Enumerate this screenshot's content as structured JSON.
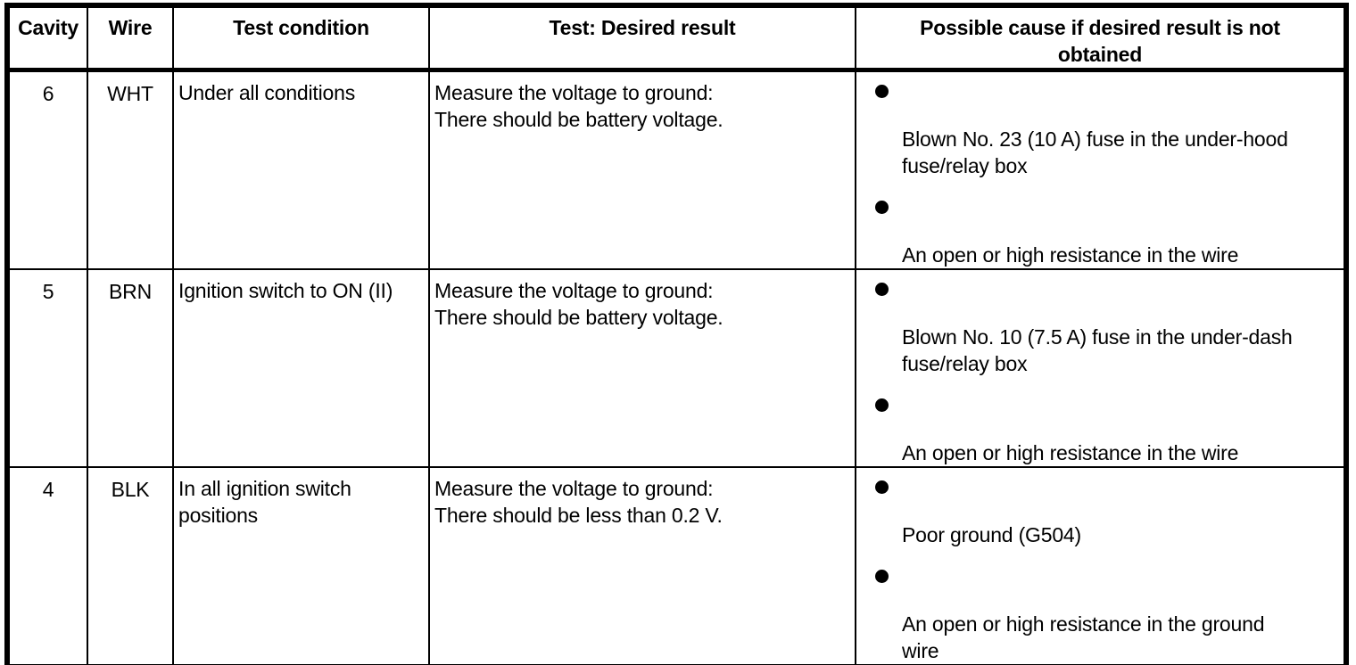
{
  "colors": {
    "background": "#ffffff",
    "border": "#000000",
    "text": "#000000"
  },
  "icons": {
    "bullet": "filled-circle"
  },
  "table": {
    "headers": {
      "cavity": "Cavity",
      "wire": "Wire",
      "condition": "Test condition",
      "result": "Test: Desired result",
      "cause": "Possible cause if desired result is not\nobtained"
    },
    "rows": [
      {
        "cavity": "6",
        "wire": "WHT",
        "condition": "Under all conditions",
        "result": "Measure the voltage to ground:\nThere should be battery voltage.",
        "causes": [
          "Blown No. 23 (10 A) fuse in the under-hood\nfuse/relay box",
          "An open or high resistance in the wire"
        ]
      },
      {
        "cavity": "5",
        "wire": "BRN",
        "condition": "Ignition switch to ON (II)",
        "result": "Measure the voltage to ground:\nThere should be battery voltage.",
        "causes": [
          "Blown No. 10 (7.5 A) fuse in the under-dash\nfuse/relay box",
          "An open or high resistance in the wire"
        ]
      },
      {
        "cavity": "4",
        "wire": "BLK",
        "condition": "In all ignition switch\npositions",
        "result": "Measure the voltage to ground:\nThere should be less than 0.2 V.",
        "causes": [
          "Poor ground (G504)",
          "An open or high resistance in the ground\nwire"
        ]
      }
    ]
  }
}
